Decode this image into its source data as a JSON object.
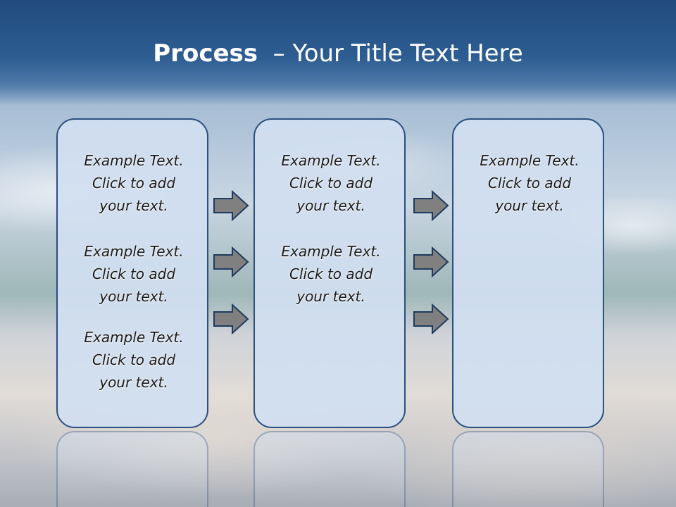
{
  "title": {
    "bold": "Process",
    "rest": "– Your Title Text Here"
  },
  "columns": [
    {
      "blocks": [
        [
          "Example Text.",
          "Click  to add",
          "your text."
        ],
        [
          "Example Text.",
          "Click  to add",
          "your text."
        ],
        [
          "Example Text.",
          "Click  to add",
          "your text."
        ]
      ]
    },
    {
      "blocks": [
        [
          "Example Text.",
          "Click  to add",
          "your text."
        ],
        [
          "Example Text.",
          "Click  to add",
          "your text."
        ]
      ]
    },
    {
      "blocks": [
        [
          "Example Text.",
          "Click  to add",
          "your text."
        ]
      ]
    }
  ],
  "colors": {
    "header": "#2d5d92",
    "box_fill": "#d1dff0",
    "box_border": "#2b4f7e",
    "arrow_fill": "#808080",
    "arrow_stroke": "#1f3b5f"
  }
}
